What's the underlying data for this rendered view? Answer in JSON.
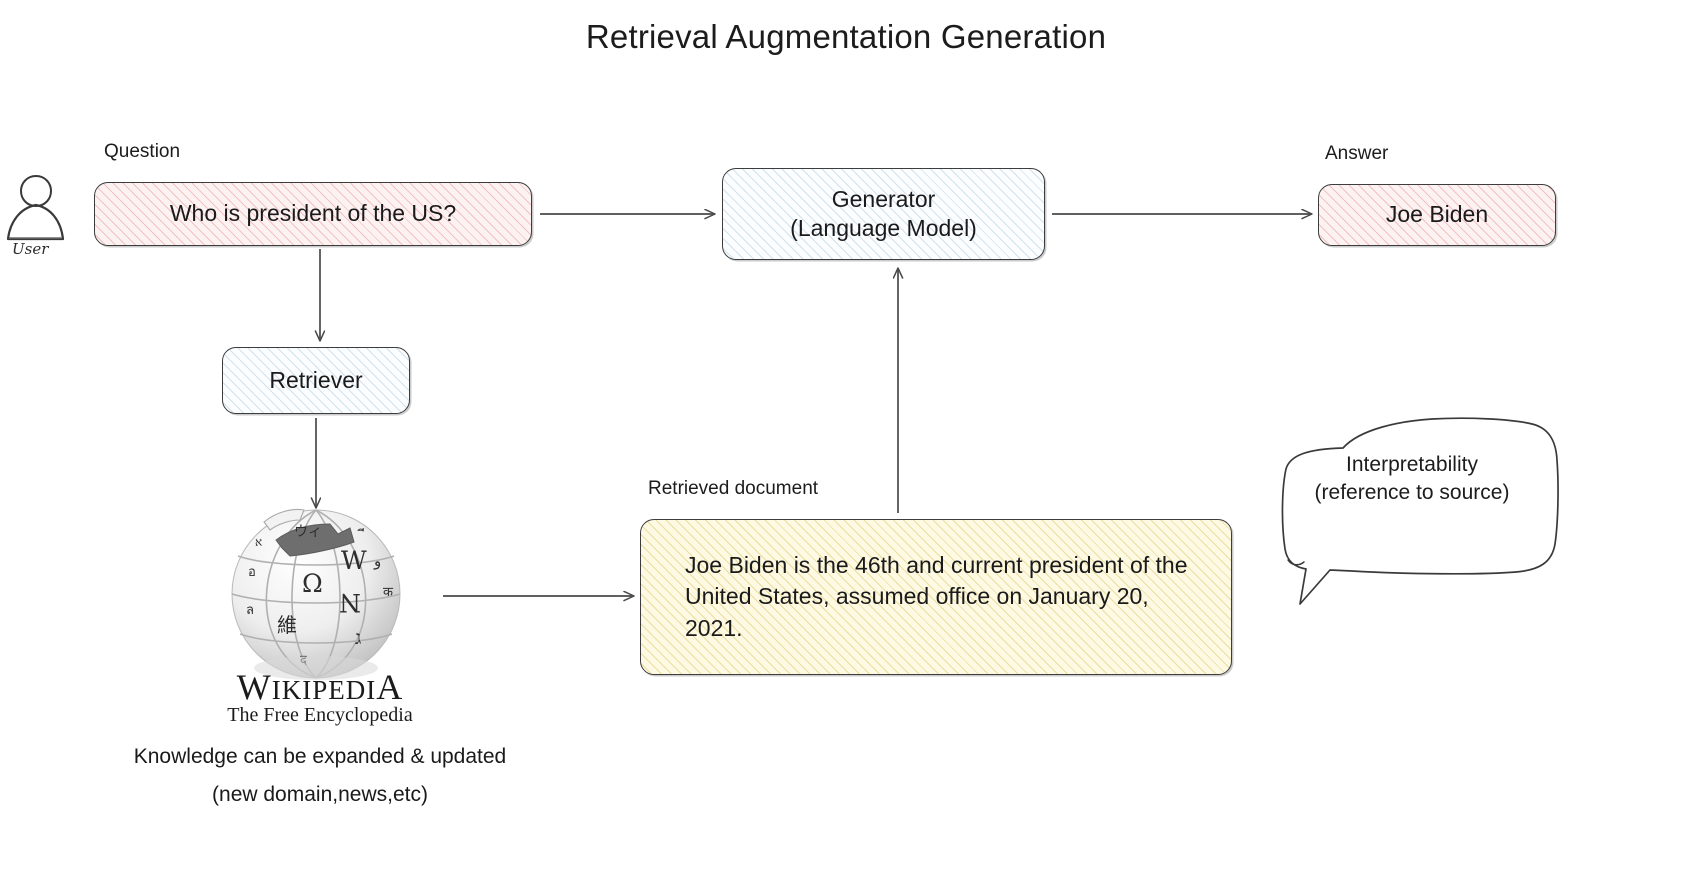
{
  "title": "Retrieval Augmentation Generation",
  "actor": {
    "icon": "user-person-icon",
    "label": "User"
  },
  "labels": {
    "question": "Question",
    "answer": "Answer",
    "retrieved_document": "Retrieved document"
  },
  "nodes": {
    "question": {
      "text": "Who is president of the US?",
      "fill": "#fdf2f2",
      "hatch": "#e07878"
    },
    "retriever": {
      "text": "Retriever",
      "fill": "#fbfdfe",
      "hatch": "#78aac8"
    },
    "generator": {
      "line1": "Generator",
      "line2": "(Language Model)",
      "fill": "#fbfdfe",
      "hatch": "#78aac8"
    },
    "answer": {
      "text": "Joe Biden",
      "fill": "#fdf2f2",
      "hatch": "#e07878"
    },
    "document": {
      "text": "Joe Biden is the 46th and current president of the United States, assumed office on January 20, 2021.",
      "fill": "#fdf9e3",
      "hatch": "#d6bc50"
    }
  },
  "knowledge_source": {
    "logo_icon": "wikipedia-globe-icon",
    "wordmark_first": "W",
    "wordmark_rest": "IKIPEDI",
    "wordmark_last": "A",
    "tagline": "The Free Encyclopedia",
    "note_line_1": "Knowledge can be expanded & updated",
    "note_line_2": "(new domain,news,etc)"
  },
  "callout": {
    "line1": "Interpretability",
    "line2": "(reference to source)"
  },
  "edges": [
    {
      "name": "question-to-generator",
      "from": "question",
      "to": "generator"
    },
    {
      "name": "question-to-retriever",
      "from": "question",
      "to": "retriever"
    },
    {
      "name": "retriever-to-wikipedia",
      "from": "retriever",
      "to": "wikipedia"
    },
    {
      "name": "wikipedia-to-document",
      "from": "wikipedia",
      "to": "document"
    },
    {
      "name": "document-to-generator",
      "from": "document",
      "to": "generator"
    },
    {
      "name": "generator-to-answer",
      "from": "generator",
      "to": "answer"
    }
  ],
  "colors": {
    "stroke": "#3d3d3d",
    "text": "#1c1c1c",
    "background": "#ffffff"
  }
}
